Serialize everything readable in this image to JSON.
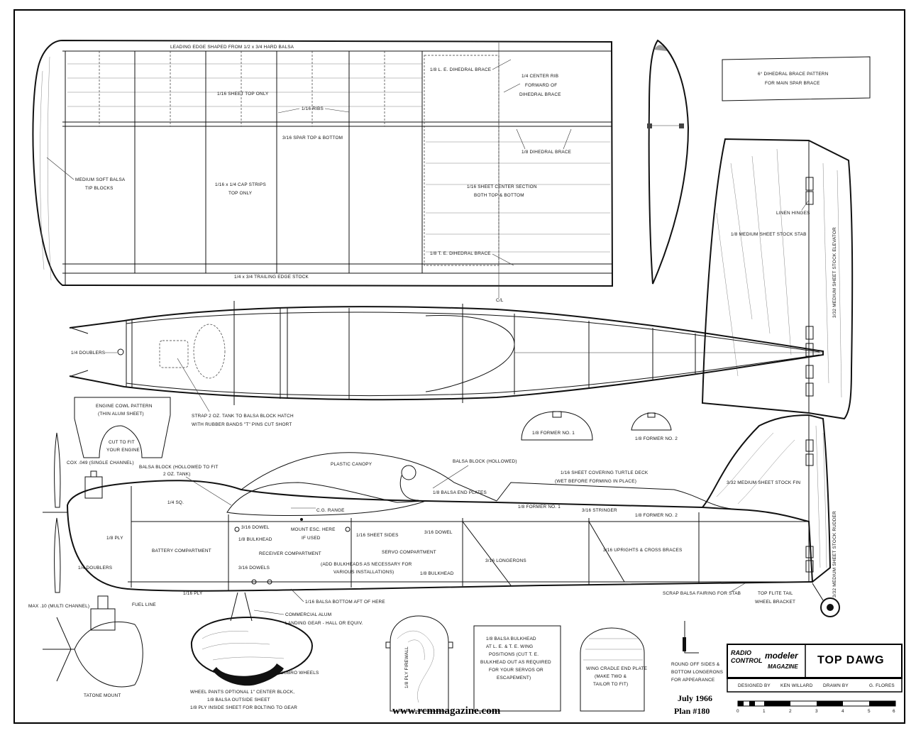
{
  "wing_labels": {
    "leading_edge": "LEADING EDGE SHAPED FROM 1/2 x 3/4 HARD BALSA",
    "le_dihedral": "1/8 L. E. DIHEDRAL BRACE",
    "center_rib_1": "1/4 CENTER RIB",
    "center_rib_2": "FORWARD OF",
    "center_rib_3": "DIHEDRAL BRACE",
    "sheet_top": "1/16 SHEET TOP ONLY",
    "ribs": "1/16 RIBS",
    "spar": "3/16 SPAR TOP & BOTTOM",
    "dihedral_brace": "1/8 DIHEDRAL BRACE",
    "tip_1": "MEDIUM SOFT BALSA",
    "tip_2": "TIP BLOCKS",
    "cap_1": "1/16 x 1/4 CAP STRIPS",
    "cap_2": "TOP ONLY",
    "center_sheet_1": "1/16 SHEET CENTER SECTION",
    "center_sheet_2": "BOTH TOP & BOTTOM",
    "te_dihedral": "1/8 T. E. DIHEDRAL BRACE",
    "trailing_edge": "1/4 x 3/4 TRAILING EDGE STOCK",
    "cl": "C/L"
  },
  "brace_pattern": {
    "line1": "6° DIHEDRAL BRACE PATTERN",
    "line2": "FOR MAIN SPAR BRACE"
  },
  "stab_labels": {
    "hinges": "LINEN HINGES",
    "stab": "1/8 MEDIUM SHEET STOCK STAB",
    "elevator": "3/32 MEDIUM SHEET STOCK ELEVATOR"
  },
  "top_view_labels": {
    "doublers": "1/4 DOUBLERS",
    "strap_1": "STRAP 2 OZ. TANK TO BALSA BLOCK HATCH",
    "strap_2": "WITH RUBBER BANDS \"T\" PINS CUT SHORT"
  },
  "cowl": {
    "title_1": "ENGINE COWL PATTERN",
    "title_2": "(THIN ALUM SHEET)",
    "cut_1": "CUT TO FIT",
    "cut_2": "YOUR ENGINE"
  },
  "formers": {
    "no1": "1/8 FORMER NO. 1",
    "no2": "1/8 FORMER NO. 2"
  },
  "side_labels": {
    "cox": "COX .049 (SINGLE CHANNEL)",
    "balsa_block_1": "BALSA BLOCK (HOLLOWED TO FIT",
    "balsa_block_2": "2 OZ. TANK)",
    "canopy": "PLASTIC CANOPY",
    "hatch_block": "BALSA BLOCK (HOLLOWED)",
    "end_plates": "1/8 BALSA END PLATES",
    "turtle_1": "1/16 SHEET COVERING TURTLE DECK",
    "turtle_2": "(WET BEFORE FORMING IN PLACE)",
    "fin": "3/32 MEDIUM SHEET STOCK FIN",
    "rudder": "3/32 MEDIUM SHEET STOCK RUDDER",
    "quarter_sq": "1/4 SQ.",
    "cg": "C.G. RANGE",
    "former1": "1/8 FORMER NO. 1",
    "stringer": "3/16 STRINGER",
    "former2": "1/8 FORMER NO. 2",
    "dowel_a": "3/16 DOWEL",
    "dowel_b": "3/16 DOWEL",
    "bulkhead_a": "1/8 BULKHEAD",
    "mount_esc_1": "MOUNT ESC. HERE",
    "mount_esc_2": "IF USED",
    "sheet_sides": "1/16 SHEET SIDES",
    "ply": "1/8 PLY",
    "battery": "BATTERY COMPARTMENT",
    "receiver": "RECEIVER COMPARTMENT",
    "servo": "SERVO COMPARTMENT",
    "uprights": "3/16 UPRIGHTS & CROSS BRACES",
    "doublers": "1/4 DOUBLERS",
    "dowels": "3/16 DOWELS",
    "add_bulk_1": "(ADD BULKHEADS AS NECESSARY FOR",
    "add_bulk_2": "VARIOUS INSTALLATIONS)",
    "longerons": "3/16 LONGERONS",
    "bulkhead_b": "1/8 BULKHEAD",
    "ply16": "1/16 PLY",
    "bottom_aft": "1/16 BALSA BOTTOM AFT OF HERE",
    "fairing": "SCRAP BALSA FAIRING FOR STAB",
    "tailwheel_1": "TOP FLITE TAIL",
    "tailwheel_2": "WHEEL BRACKET"
  },
  "lower_labels": {
    "max10": "MAX .10 (MULTI CHANNEL)",
    "fuel_line": "FUEL LINE",
    "tatone": "TATONE MOUNT",
    "landing_1": "COMMERCIAL ALUM",
    "landing_2": "LANDING GEAR - HALL OR EQUIV.",
    "wheels": "2 1/4 DUBRO WHEELS",
    "pants_1": "WHEEL PANTS OPTIONAL 1\" CENTER BLOCK,",
    "pants_2": "1/8 BALSA OUTSIDE SHEET",
    "pants_3": "1/8 PLY INSIDE SHEET FOR BOLTING TO GEAR",
    "firewall": "1/8 PLY FIREWALL",
    "bulk_1": "1/8 BALSA BULKHEAD",
    "bulk_2": "AT L. E. & T. E. WING",
    "bulk_3": "POSITIONS (CUT T. E.",
    "bulk_4": "BULKHEAD OUT AS REQUIRED",
    "bulk_5": "FOR YOUR SERVOS OR",
    "bulk_6": "ESCAPEMENT)",
    "cradle_1": "WING CRADLE END PLATE",
    "cradle_2": "(MAKE TWO &",
    "cradle_3": "TAILOR TO FIT)",
    "round_1": "ROUND OFF SIDES &",
    "round_2": "BOTTOM LONGERONS",
    "round_3": "FOR APPEARANCE"
  },
  "title_block": {
    "brand_line1": "RADIO",
    "brand_line2": "CONTROL",
    "brand_modeler": "modeler",
    "brand_magazine": "MAGAZINE",
    "plan_title": "TOP DAWG",
    "designed_by_label": "DESIGNED BY",
    "designer": "KEN WILLARD",
    "drawn_by_label": "DRAWN BY",
    "drafter": "G. FLORES",
    "date": "July 1966",
    "plan_number": "Plan #180",
    "website": "www.rcmmagazine.com",
    "scale_ticks": [
      "0",
      "1",
      "2",
      "3",
      "4",
      "5",
      "6"
    ]
  }
}
